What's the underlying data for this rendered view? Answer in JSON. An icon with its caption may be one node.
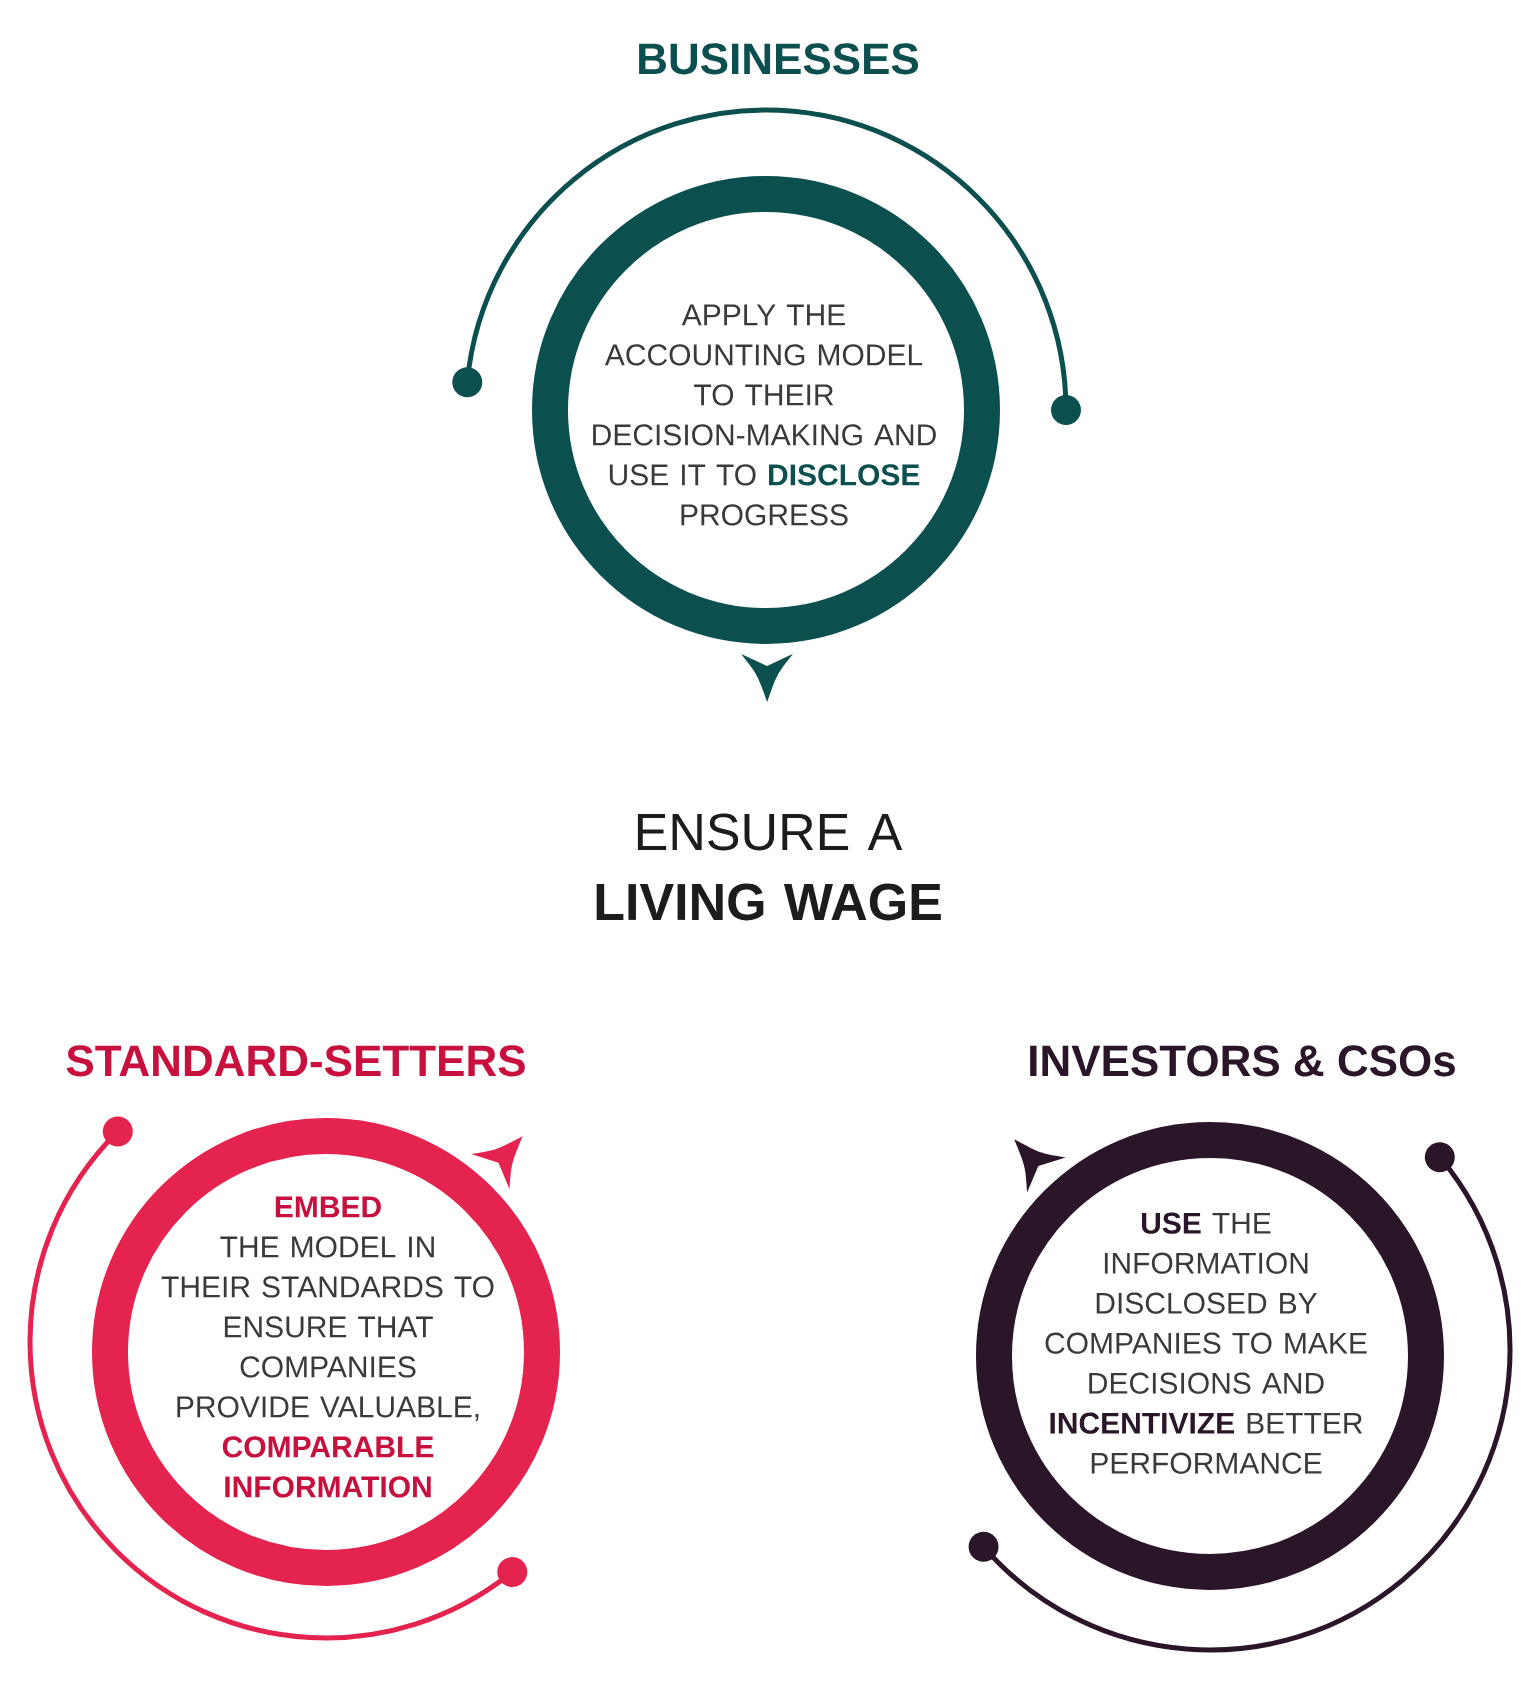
{
  "diagram": {
    "nodes": [
      {
        "text": [
          "BUSINESSES",
          "APPLY THE ACCOUNTING MODEL TO THEIR DECISION-MAKING AND USE IT TO **DISCLOSE** PROGRESS"
        ]
      },
      {
        "text": [
          "ENSURE A **LIVING WAGE**"
        ]
      },
      {
        "text": [
          "STANDARD-SETTERS",
          "**EMBED** THE MODEL IN THEIR STANDARDS TO ENSURE THAT COMPANIES PROVIDE VALUABLE, **COMPARABLE INFORMATION**"
        ]
      },
      {
        "text": [
          "INVESTORS & CSOs",
          "**USE** THE INFORMATION DISCLOSED BY COMPANIES TO MAKE DECISIONS AND **INCENTIVIZE** BETTER PERFORMANCE"
        ]
      }
    ]
  }
}
